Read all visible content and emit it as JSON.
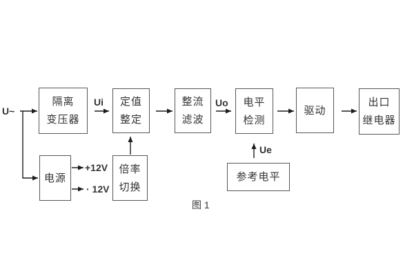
{
  "diagram": {
    "caption": "图 1",
    "input_label": "U~",
    "signals": {
      "ui": "Ui",
      "uo": "Uo",
      "ue": "Ue"
    },
    "power_outputs": {
      "positive": "+12V",
      "negative": "· 12V"
    },
    "blocks": {
      "isolation_transformer": {
        "line1": "隔离",
        "line2": "变压器"
      },
      "setting_adjust": {
        "line1": "定值",
        "line2": "整定"
      },
      "rectifier_filter": {
        "line1": "整流",
        "line2": "滤波"
      },
      "level_detection": {
        "line1": "电平",
        "line2": "检测"
      },
      "driver": {
        "line1": "驱动"
      },
      "output_relay": {
        "line1": "出口",
        "line2": "继电器"
      },
      "power_supply": {
        "line1": "电源"
      },
      "ratio_switch": {
        "line1": "倍率",
        "line2": "切换"
      },
      "reference_level": {
        "line1": "参考电平"
      }
    },
    "colors": {
      "border": "#555555",
      "text": "#333333",
      "line": "#1c1c1c",
      "background": "#ffffff"
    }
  }
}
